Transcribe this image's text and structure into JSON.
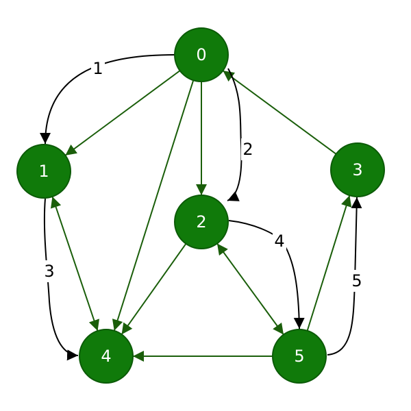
{
  "colors": {
    "node_fill": "#107a0a",
    "node_stroke": "#0b5a07",
    "green_edge": "#1a5e0a",
    "black_edge": "#000000",
    "label_bg": "#ffffff"
  },
  "nodes": [
    {
      "id": "0",
      "label": "0"
    },
    {
      "id": "1",
      "label": "1"
    },
    {
      "id": "2",
      "label": "2"
    },
    {
      "id": "3",
      "label": "3"
    },
    {
      "id": "4",
      "label": "4"
    },
    {
      "id": "5",
      "label": "5"
    }
  ],
  "green_edges": [
    {
      "from": "0",
      "to": "1",
      "bidirectional": false
    },
    {
      "from": "0",
      "to": "2",
      "bidirectional": false
    },
    {
      "from": "0",
      "to": "4",
      "bidirectional": false
    },
    {
      "from": "3",
      "to": "0",
      "bidirectional": false
    },
    {
      "from": "1",
      "to": "4",
      "bidirectional": true
    },
    {
      "from": "2",
      "to": "4",
      "bidirectional": false
    },
    {
      "from": "2",
      "to": "5",
      "bidirectional": true
    },
    {
      "from": "5",
      "to": "4",
      "bidirectional": false
    },
    {
      "from": "5",
      "to": "3",
      "bidirectional": false
    }
  ],
  "black_edges": [
    {
      "from": "0",
      "to": "1",
      "label": "1"
    },
    {
      "from": "0",
      "to": "2",
      "label": "2"
    },
    {
      "from": "1",
      "to": "4",
      "label": "3"
    },
    {
      "from": "2",
      "to": "5",
      "label": "4"
    },
    {
      "from": "5",
      "to": "3",
      "label": "5"
    }
  ]
}
